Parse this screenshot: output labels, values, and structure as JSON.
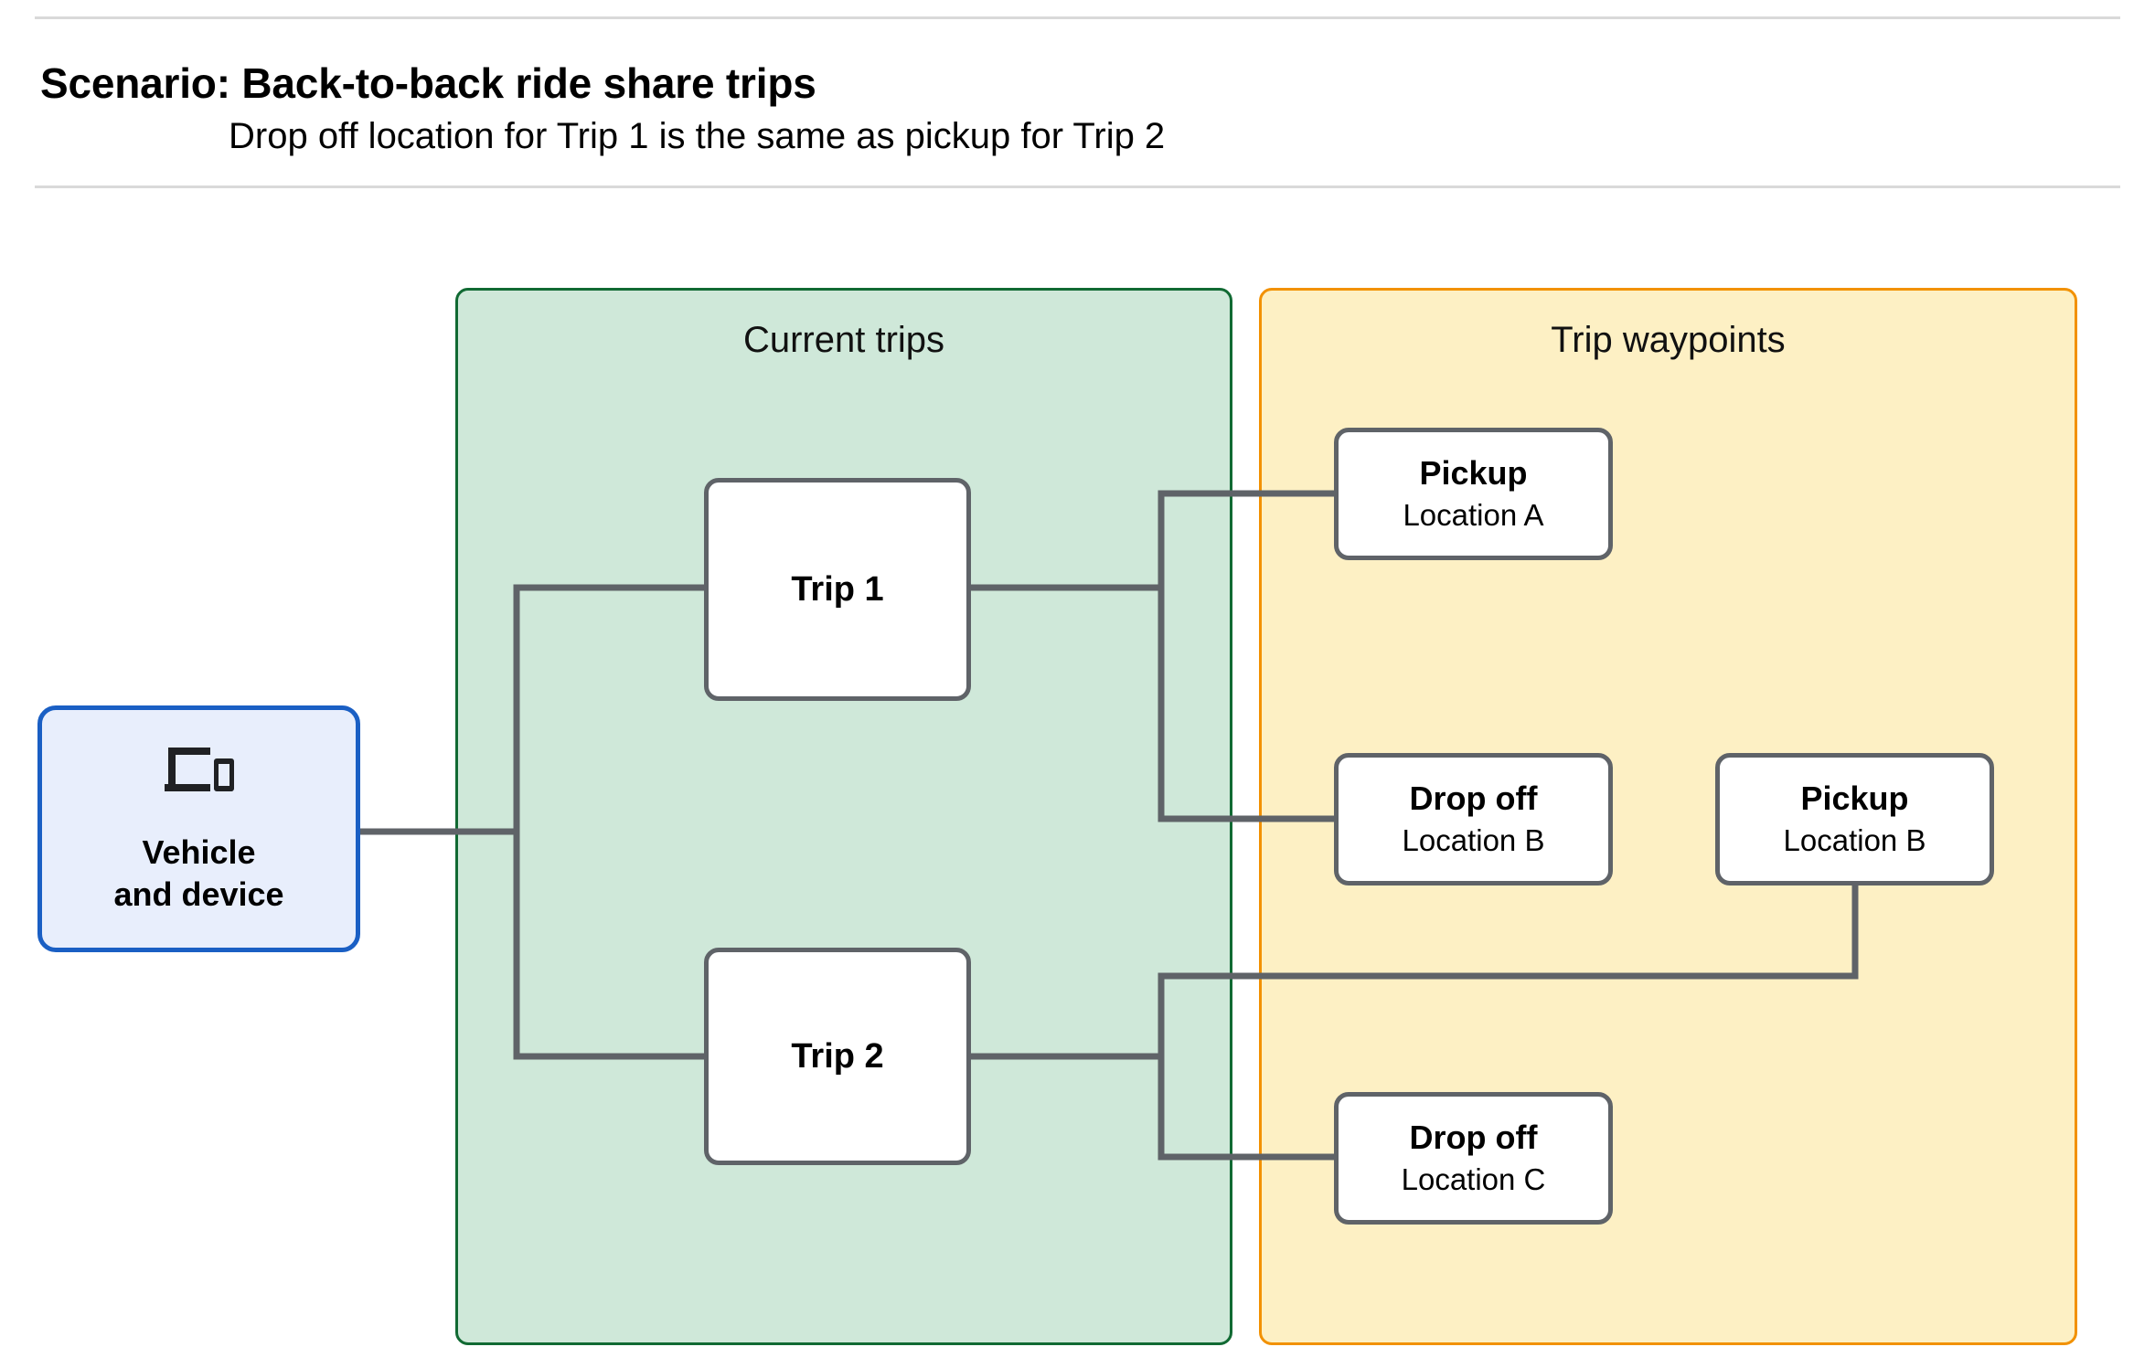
{
  "header": {
    "title": "Scenario: Back-to-back ride share trips",
    "subtitle": "Drop off  location for Trip 1 is the same as pickup for Trip 2"
  },
  "groups": {
    "current_trips": {
      "title": "Current trips",
      "fill": "#cfe8d9",
      "border": "#116a33"
    },
    "trip_waypoints": {
      "title": "Trip waypoints",
      "fill": "#fdf0c4",
      "border": "#f29100"
    }
  },
  "vehicle": {
    "icon": "devices-icon",
    "label": "Vehicle\nand device",
    "fill": "#e8eefc",
    "border": "#1a5fc4"
  },
  "trips": [
    {
      "id": "trip-1",
      "label": "Trip 1"
    },
    {
      "id": "trip-2",
      "label": "Trip 2"
    }
  ],
  "waypoints": [
    {
      "id": "pickup-a",
      "type": "Pickup",
      "location": "Location A"
    },
    {
      "id": "dropoff-b",
      "type": "Drop off",
      "location": "Location B"
    },
    {
      "id": "pickup-b",
      "type": "Pickup",
      "location": "Location B"
    },
    {
      "id": "dropoff-c",
      "type": "Drop off",
      "location": "Location C"
    }
  ],
  "connector_color": "#5f6368"
}
